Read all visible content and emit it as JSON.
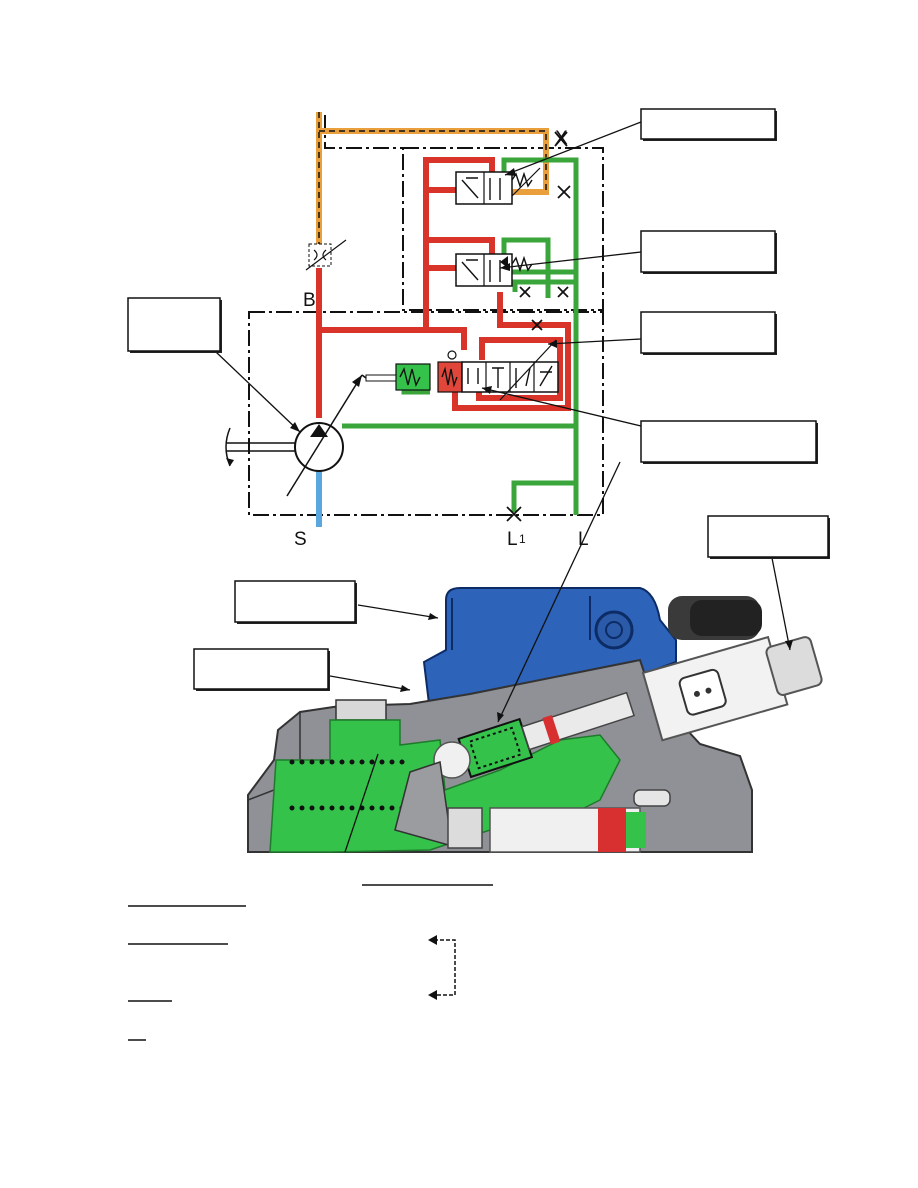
{
  "ports": {
    "x": "X",
    "b": "B",
    "s": "S",
    "l1": "L",
    "l1_sub": "1",
    "l": "L"
  },
  "colors": {
    "pressure_line": "#d8342a",
    "control_line": "#e9a03c",
    "case_drain_line": "#3aa53a",
    "suction_line": "#5aa7e0",
    "housing_gray": "#8f9196",
    "valve_block_blue": "#2d63b8",
    "internal_green": "#35c24a"
  },
  "callouts": [
    "",
    "",
    "",
    "",
    "",
    "",
    "",
    ""
  ]
}
